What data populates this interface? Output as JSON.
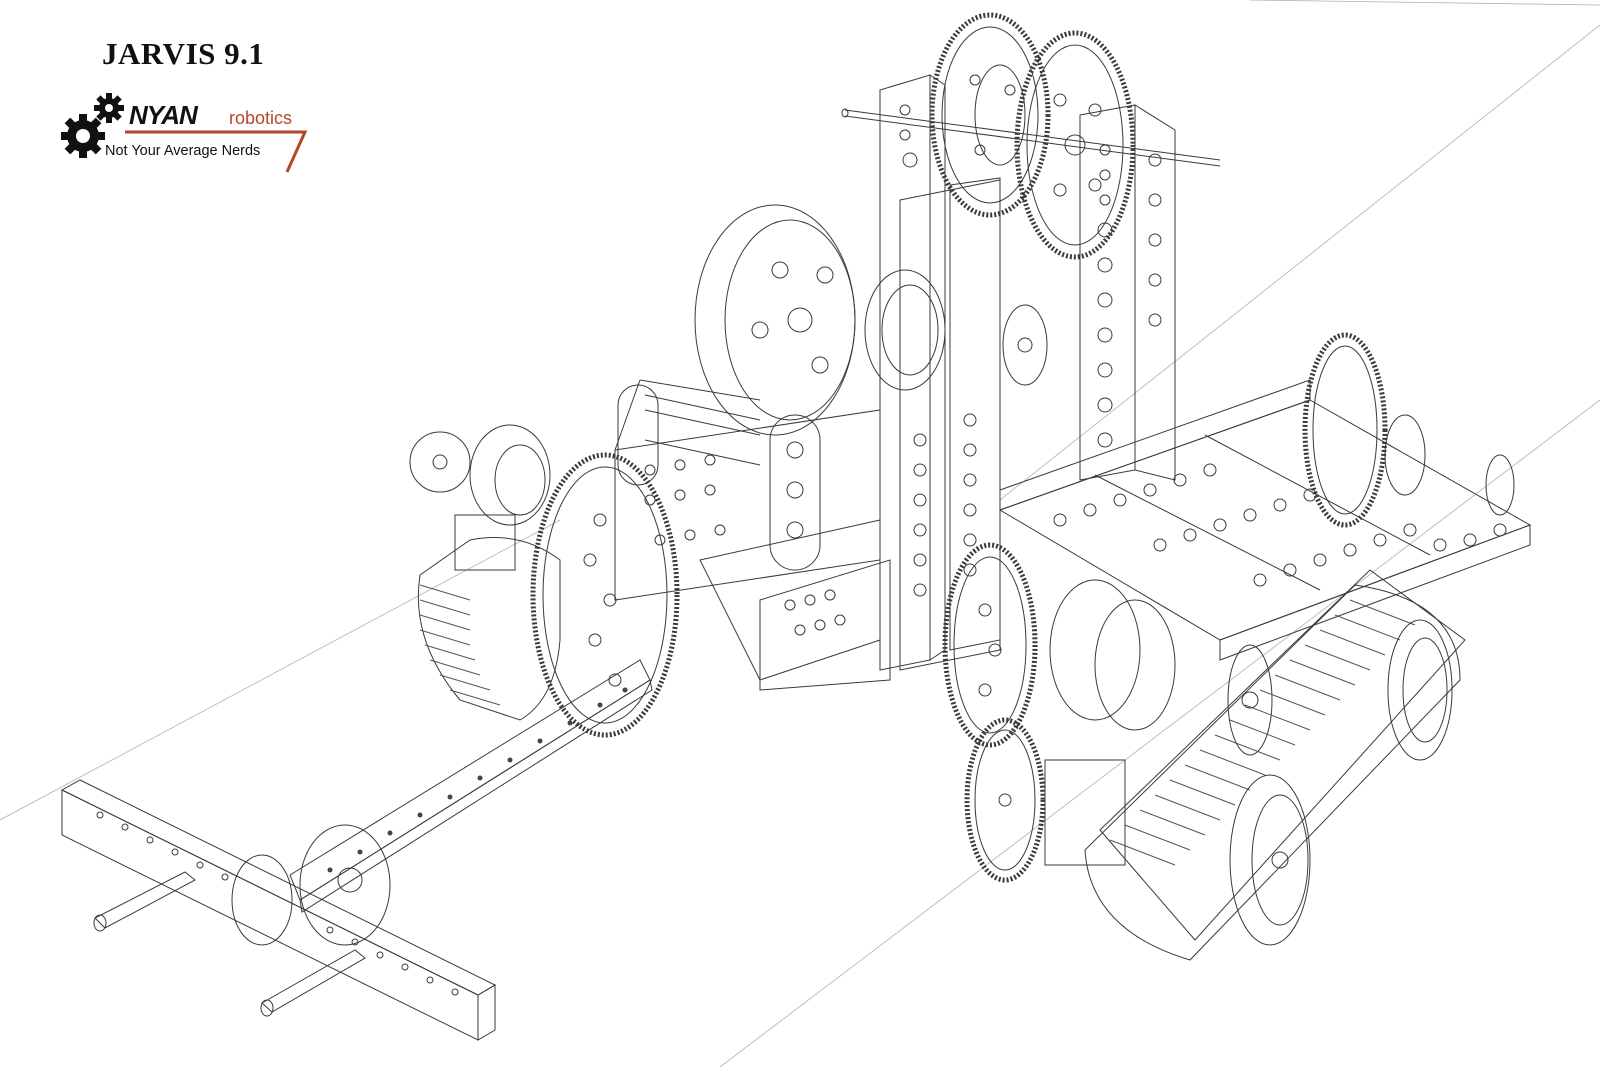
{
  "title": "JARVIS 9.1",
  "logo": {
    "brand": "NYAN",
    "suffix": "robotics",
    "tagline": "Not Your Average Nerds",
    "accent_color": "#b5462a",
    "icon": "gears-icon"
  },
  "drawing": {
    "subject": "robot-cad-wireframe",
    "line_color": "#2a2a2a"
  }
}
